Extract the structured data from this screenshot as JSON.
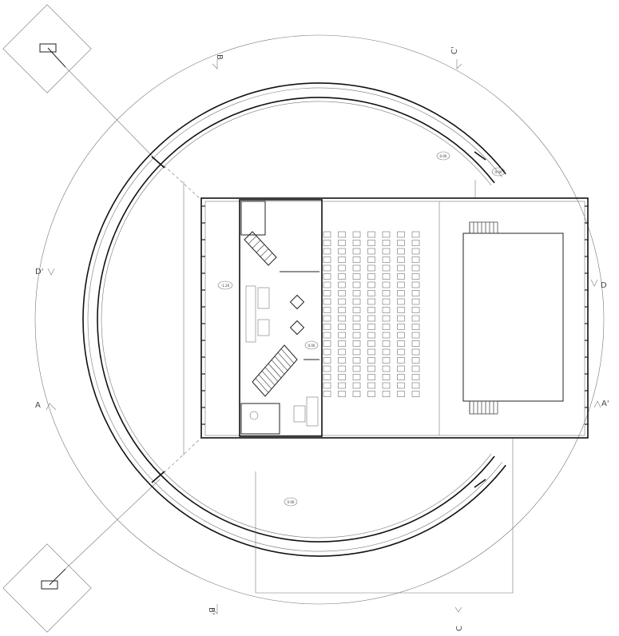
{
  "section_marks": [
    {
      "id": "B-top",
      "text": "B"
    },
    {
      "id": "C-top",
      "text": "C'"
    },
    {
      "id": "D-left",
      "text": "D'"
    },
    {
      "id": "D-right",
      "text": "D"
    },
    {
      "id": "A-left",
      "text": "A"
    },
    {
      "id": "A-right",
      "text": "A'"
    },
    {
      "id": "B-bottom",
      "text": "B'"
    },
    {
      "id": "C-bottom",
      "text": "C"
    }
  ],
  "level_tags": [
    {
      "id": "lv1",
      "text": "0.00"
    },
    {
      "id": "lv2",
      "text": "0.00"
    },
    {
      "id": "lv3",
      "text": "-1.20"
    },
    {
      "id": "lv4",
      "text": "0.00"
    },
    {
      "id": "lv5",
      "text": "0.00"
    }
  ],
  "seating": {
    "columns": 7,
    "rows_per_column": 20
  },
  "colors": {
    "line": "#222222",
    "faint": "#888888",
    "background": "#ffffff"
  }
}
